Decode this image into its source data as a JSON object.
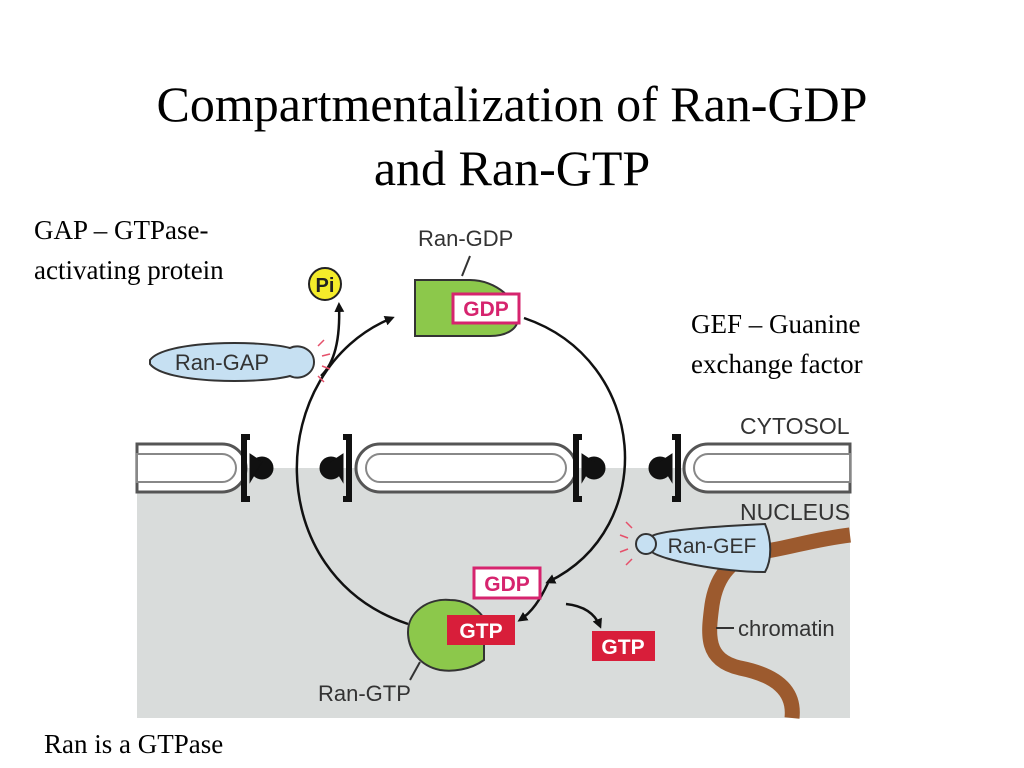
{
  "slide": {
    "title_line1": "Compartmentalization of Ran-GDP",
    "title_line2": "and Ran-GTP"
  },
  "notes": {
    "gap_line1": "GAP – GTPase-",
    "gap_line2": "activating protein",
    "gef_line1": "GEF – Guanine",
    "gef_line2": "exchange factor",
    "ran_note": "Ran is a GTPase"
  },
  "diagram": {
    "ran_gdp_label": "Ran-GDP",
    "ran_gtp_label": "Ran-GTP",
    "gdp_box": "GDP",
    "gtp_box": "GTP",
    "pi_label": "Pi",
    "ran_gap_label": "Ran-GAP",
    "ran_gef_label": "Ran-GEF",
    "cytosol_label": "CYTOSOL",
    "nucleus_label": "NUCLEUS",
    "chromatin_label": "chromatin"
  },
  "colors": {
    "ran_green": "#8cc84b",
    "gdp_pink": "#d6246e",
    "gtp_red": "#d81e3a",
    "protein_blue": "#c6e0f2",
    "pi_yellow": "#f4ec2a",
    "nucleus_gray": "#d9dcdb",
    "chromatin_brown": "#9c5a2e"
  }
}
